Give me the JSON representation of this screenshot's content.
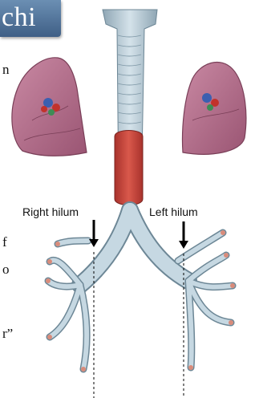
{
  "slide": {
    "title_fragment": "chi",
    "text_fragments": [
      "n",
      "f",
      "o",
      "r”"
    ]
  },
  "diagram": {
    "labels": {
      "right_hilum": "Right hilum",
      "left_hilum": "Left hilum"
    }
  },
  "colors": {
    "title_bar": "#4f7097",
    "airway": "#b9ccd6",
    "trachealis_muscle": "#c7433a",
    "lung": "#b56a86"
  }
}
